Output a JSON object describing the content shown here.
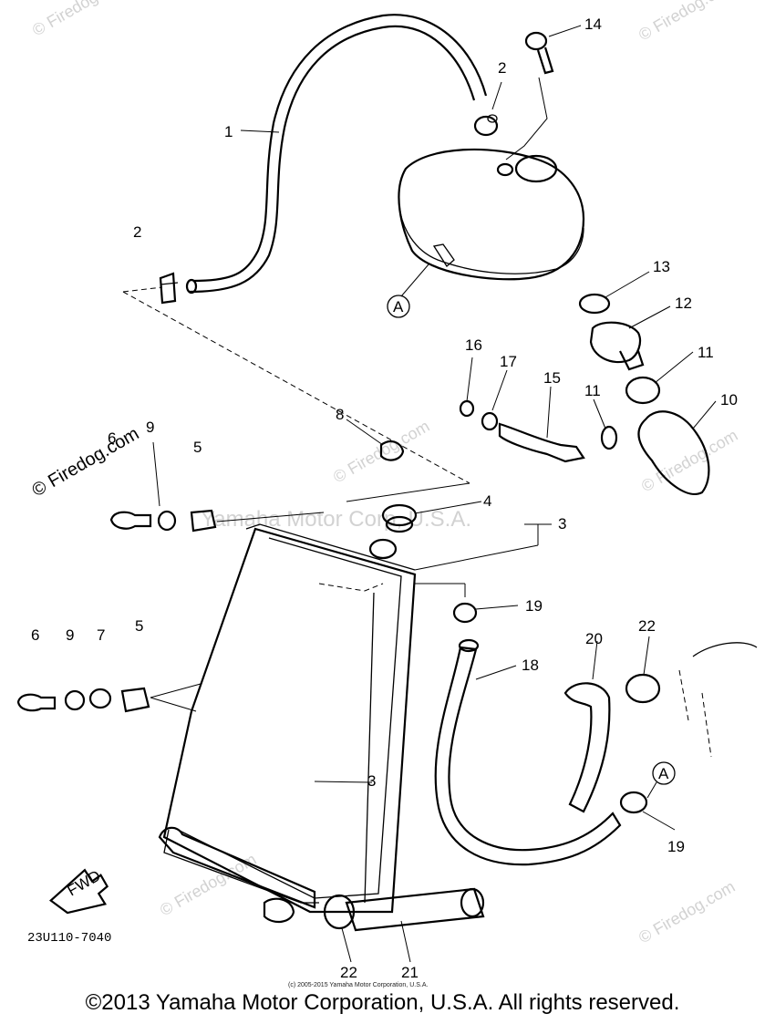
{
  "diagram": {
    "callouts": [
      {
        "id": "c1",
        "text": "1"
      },
      {
        "id": "c2a",
        "text": "2"
      },
      {
        "id": "c2b",
        "text": "2"
      },
      {
        "id": "c14",
        "text": "14"
      },
      {
        "id": "c13",
        "text": "13"
      },
      {
        "id": "c12",
        "text": "12"
      },
      {
        "id": "c11a",
        "text": "11"
      },
      {
        "id": "c11b",
        "text": "11"
      },
      {
        "id": "c10",
        "text": "10"
      },
      {
        "id": "c16",
        "text": "16"
      },
      {
        "id": "c17",
        "text": "17"
      },
      {
        "id": "c15",
        "text": "15"
      },
      {
        "id": "c8",
        "text": "8"
      },
      {
        "id": "c4",
        "text": "4"
      },
      {
        "id": "c3a",
        "text": "3"
      },
      {
        "id": "c3b",
        "text": "3"
      },
      {
        "id": "c6a",
        "text": "6"
      },
      {
        "id": "c9a",
        "text": "9"
      },
      {
        "id": "c5a",
        "text": "5"
      },
      {
        "id": "c6b",
        "text": "6"
      },
      {
        "id": "c9b",
        "text": "9"
      },
      {
        "id": "c7",
        "text": "7"
      },
      {
        "id": "c5b",
        "text": "5"
      },
      {
        "id": "c19a",
        "text": "19"
      },
      {
        "id": "c18",
        "text": "18"
      },
      {
        "id": "c20",
        "text": "20"
      },
      {
        "id": "c22a",
        "text": "22"
      },
      {
        "id": "c19b",
        "text": "19"
      },
      {
        "id": "c22b",
        "text": "22"
      },
      {
        "id": "c21",
        "text": "21"
      }
    ],
    "ref_marks": {
      "a1": "A",
      "a2": "A"
    },
    "fwd_label": "FWD",
    "drawing_code": "23U110-7040",
    "watermark_brand": "Yamaha Motor Corp, U.S.A.",
    "watermark_site": "© Firedog.com",
    "credit_small": "(c) 2005-2015 Yamaha Motor Corporation, U.S.A.",
    "copyright": "©2013 Yamaha Motor Corporation, U.S.A. All rights reserved."
  }
}
